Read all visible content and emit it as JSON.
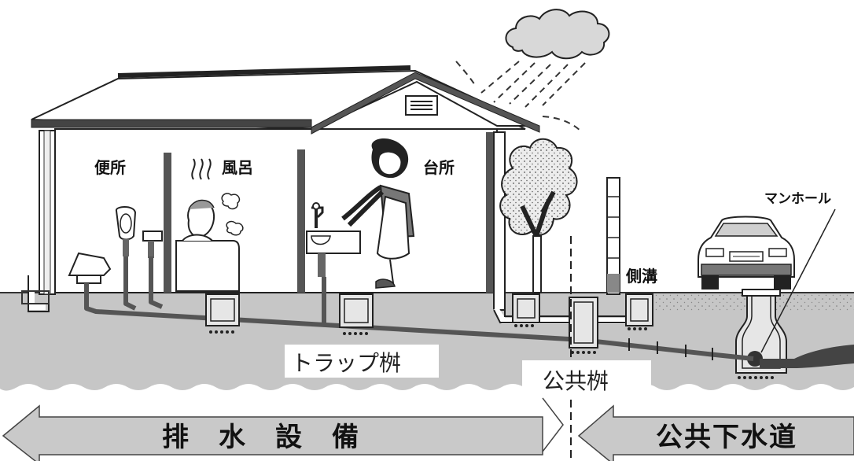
{
  "labels": {
    "toilet": "便所",
    "bath": "風呂",
    "kitchen": "台所",
    "manhole": "マンホール",
    "side_ditch": "側溝",
    "trap_basin": "トラップ桝",
    "public_basin": "公共桝",
    "drainage_facility": "排　水　設　備",
    "public_sewer": "公共下水道"
  },
  "colors": {
    "ground": "#c6c6c6",
    "pipe": "#555555",
    "arrow_fill": "#c9c9c9",
    "line": "#333333"
  }
}
